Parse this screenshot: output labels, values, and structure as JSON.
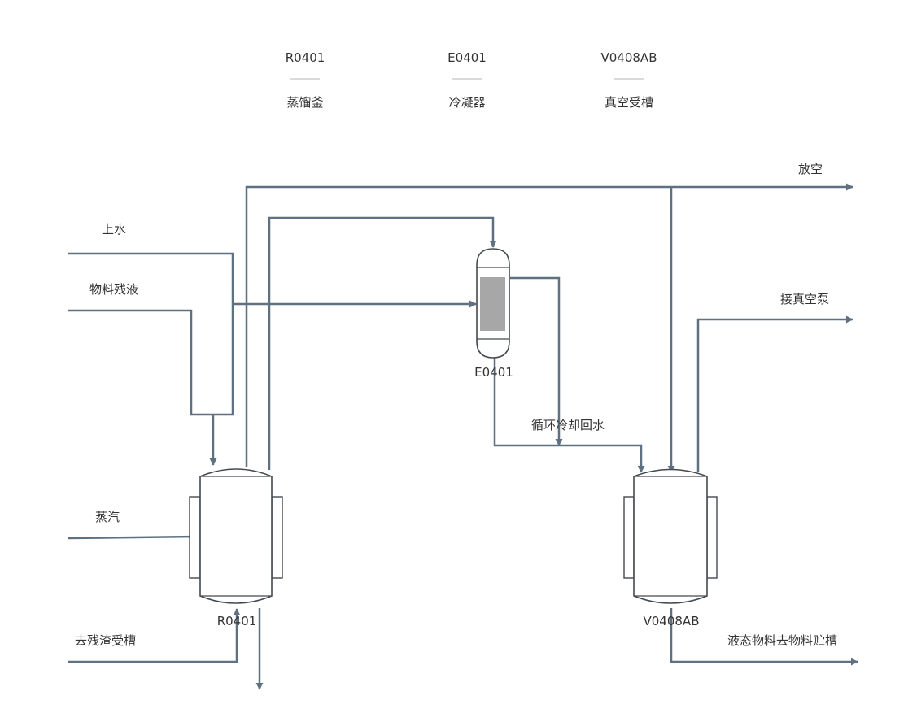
{
  "legend": [
    {
      "tag": "R0401",
      "name": "蒸馏釜"
    },
    {
      "tag": "E0401",
      "name": "冷凝器"
    },
    {
      "tag": "V0408AB",
      "name": "真空受槽"
    }
  ],
  "equipment": {
    "still": {
      "tag": "R0401"
    },
    "condenser": {
      "tag": "E0401"
    },
    "receiver": {
      "tag": "V0408AB"
    }
  },
  "streams": {
    "vent": "放空",
    "supply_water": "上水",
    "residue_liquid": "物料残液",
    "steam": "蒸汽",
    "to_residue_tank": "去残渣受槽",
    "to_vacuum_pump": "接真空泵",
    "cooling_return": "循环冷却回水",
    "to_storage": "液态物料去物料贮槽"
  },
  "colors": {
    "pipe": "#5f7180",
    "outline": "#444a50",
    "tube_bundle": "#a7a7a7",
    "text": "#333333"
  }
}
